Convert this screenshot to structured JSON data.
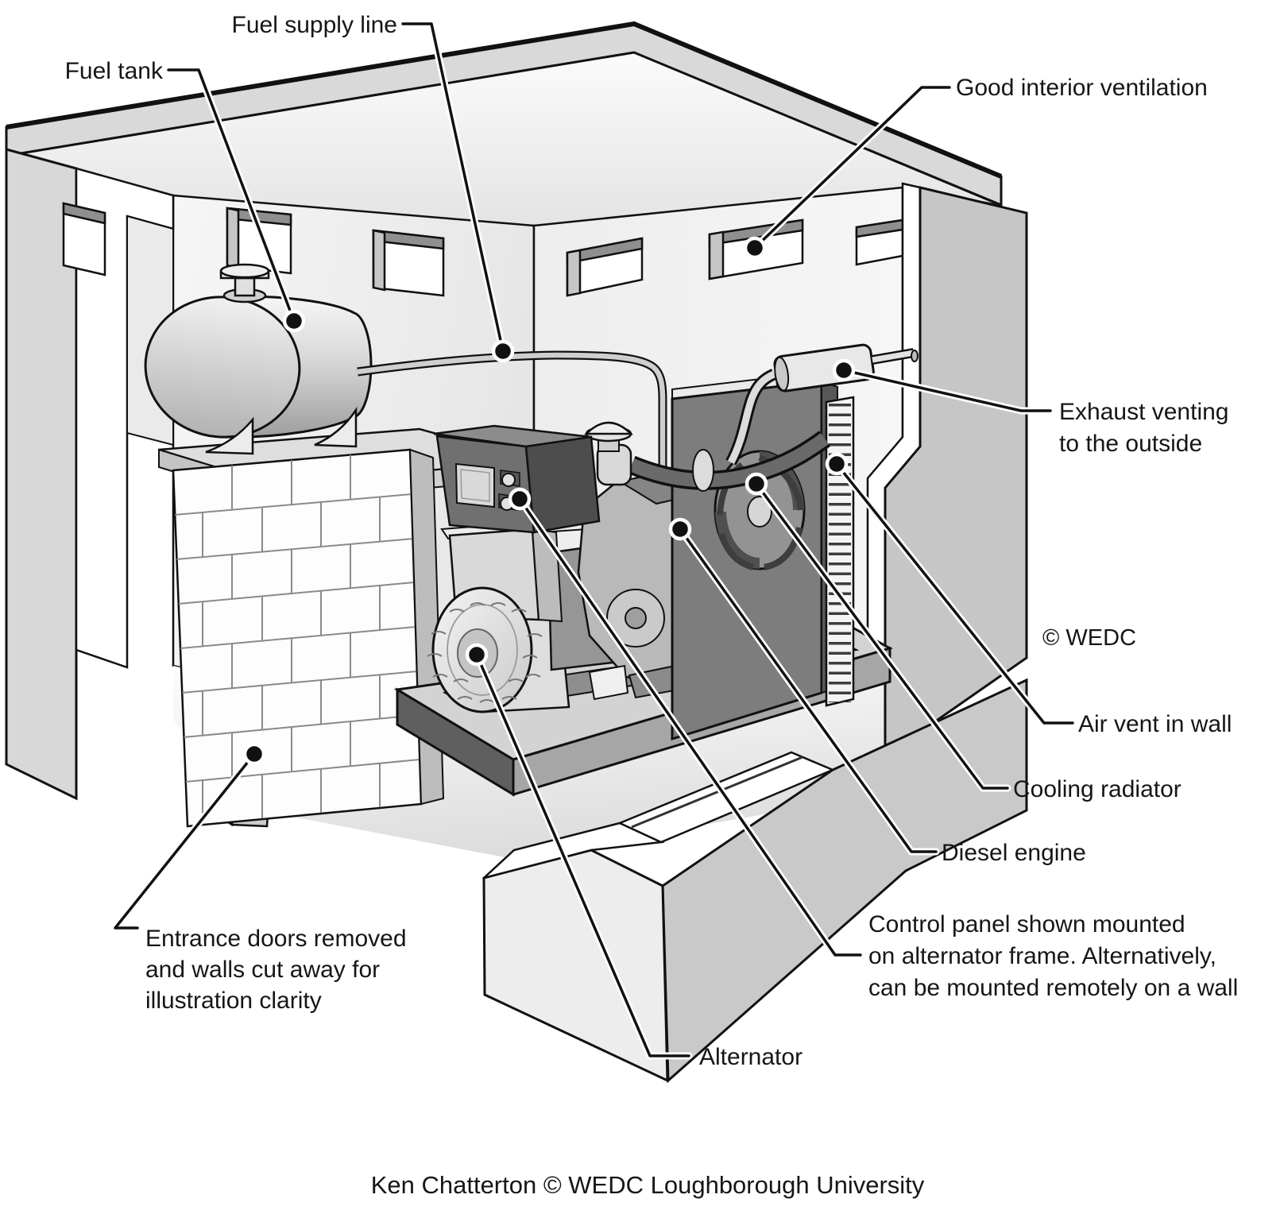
{
  "figure": {
    "title_semantic": "Cutaway illustration of a diesel generator room",
    "labels": {
      "fuel_supply_line": "Fuel supply line",
      "fuel_tank": "Fuel tank",
      "good_interior_ventilation": "Good interior ventilation",
      "exhaust_venting": {
        "line1": "Exhaust venting",
        "line2": "to the outside"
      },
      "air_vent_in_wall": "Air vent in wall",
      "cooling_radiator": "Cooling radiator",
      "diesel_engine": "Diesel engine",
      "control_panel_note": {
        "line1": "Control panel shown mounted",
        "line2": "on alternator frame. Alternatively,",
        "line3": "can be mounted remotely on a wall"
      },
      "alternator": "Alternator",
      "entrance_note": {
        "line1": "Entrance doors removed",
        "line2": "and walls cut away for",
        "line3": "illustration clarity"
      },
      "copyright_inline": "©  WEDC",
      "credit": "Ken Chatterton   ©   WEDC  Loughborough University"
    },
    "colors": {
      "outline": "#111111",
      "background": "#ffffff",
      "roof": "#d9d9d9",
      "wall_interior": "#f0f0f0",
      "wall_outer_cut": "#c6c6c6",
      "machine_mid": "#b9b9b9",
      "control_panel": "#707070",
      "radiator_core": "#7d7d7d",
      "leader_line": "#111111"
    }
  }
}
